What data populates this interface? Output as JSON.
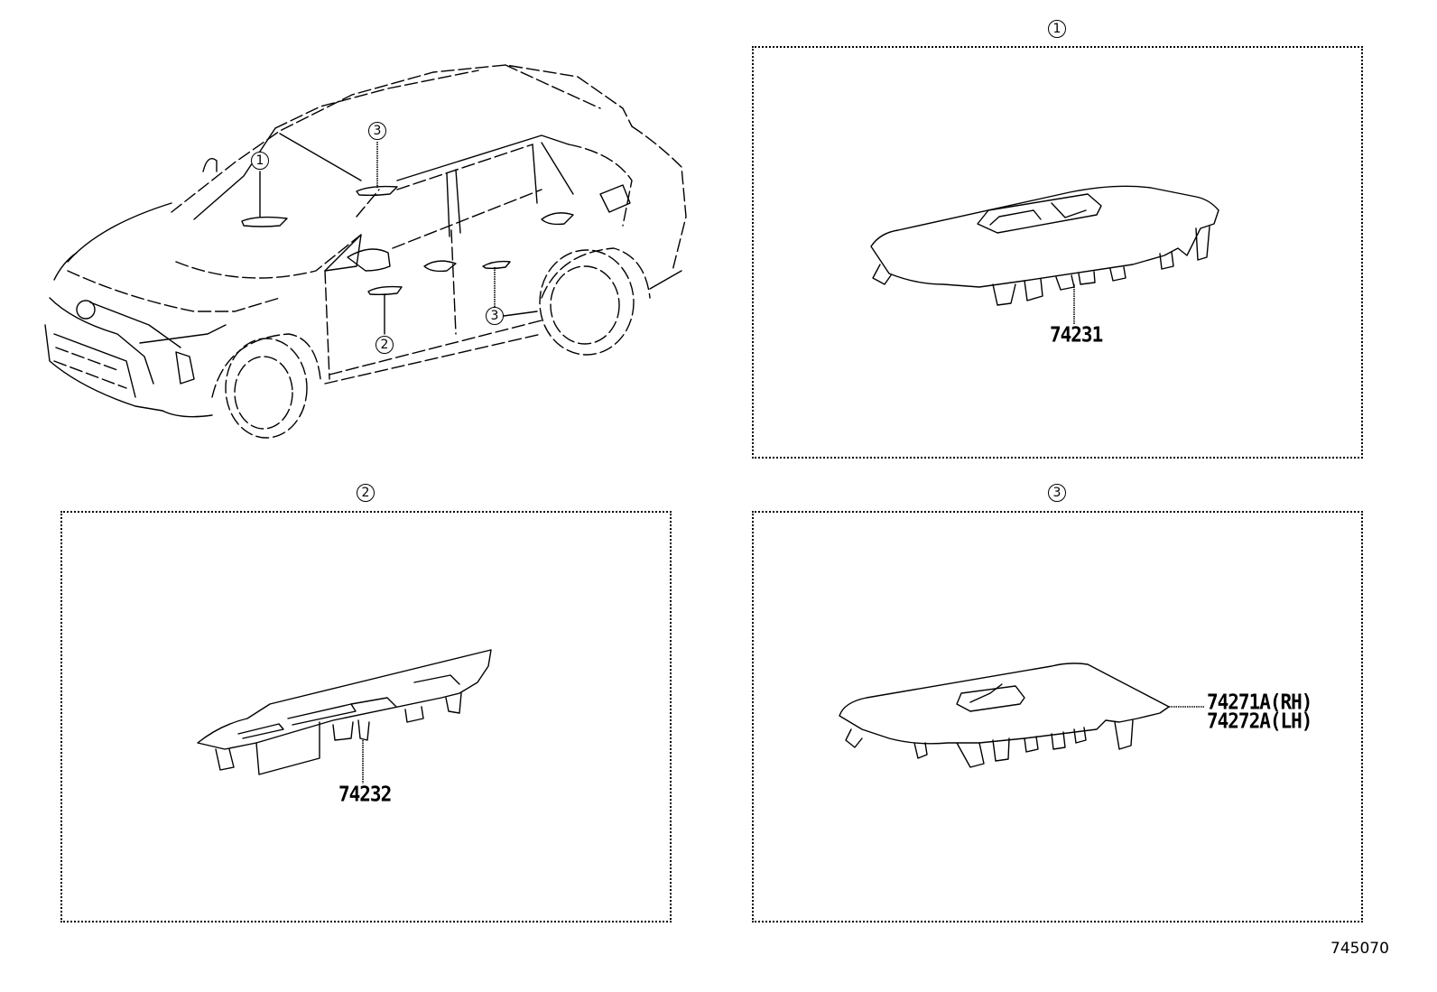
{
  "diagram": {
    "type": "parts-illustration",
    "catalog_number": "745070",
    "overview": {
      "subject": "SUV vehicle line drawing (front-left 3/4 view)",
      "callouts": [
        {
          "label": "1",
          "location": "driver door switch base (front)"
        },
        {
          "label": "3",
          "location": "rear passenger door switch base (upper, right side)"
        },
        {
          "label": "2",
          "location": "front passenger door switch base"
        },
        {
          "label": "3",
          "location": "rear passenger door switch base (left side)"
        }
      ]
    },
    "panels": [
      {
        "callout": "1",
        "part_numbers": [
          "74231"
        ],
        "part": "Power window regulator master switch base / panel"
      },
      {
        "callout": "2",
        "part_numbers": [
          "74232"
        ],
        "part": "Front passenger window switch base / panel"
      },
      {
        "callout": "3",
        "part_numbers": [
          "74271A(RH)",
          "74272A(LH)"
        ],
        "part": "Rear door window switch base / panel"
      }
    ]
  },
  "labels": {
    "panel1_callout": "1",
    "panel2_callout": "2",
    "panel3_callout": "3",
    "car_callout_1": "1",
    "car_callout_2": "2",
    "car_callout_3_top": "3",
    "car_callout_3_bottom": "3",
    "panel1_part": "74231",
    "panel2_part": "74232",
    "panel3_part_rh": "74271A(RH)",
    "panel3_part_lh": "74272A(LH)",
    "catalog_number": "745070"
  }
}
